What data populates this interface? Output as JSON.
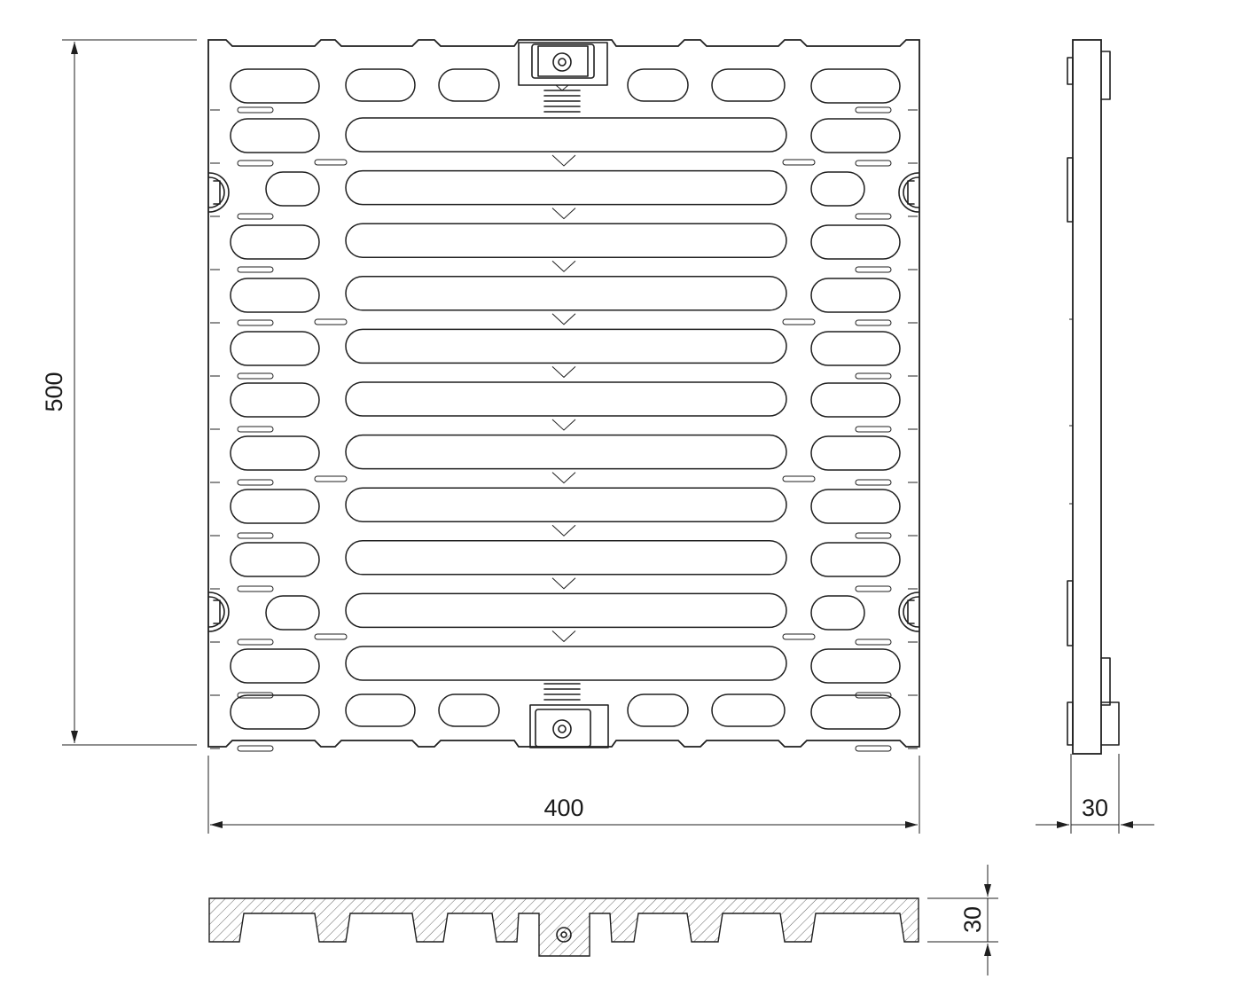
{
  "dimensions": {
    "height_label": "500",
    "width_label": "400",
    "side_thickness_label": "30",
    "section_thickness_label": "30"
  }
}
